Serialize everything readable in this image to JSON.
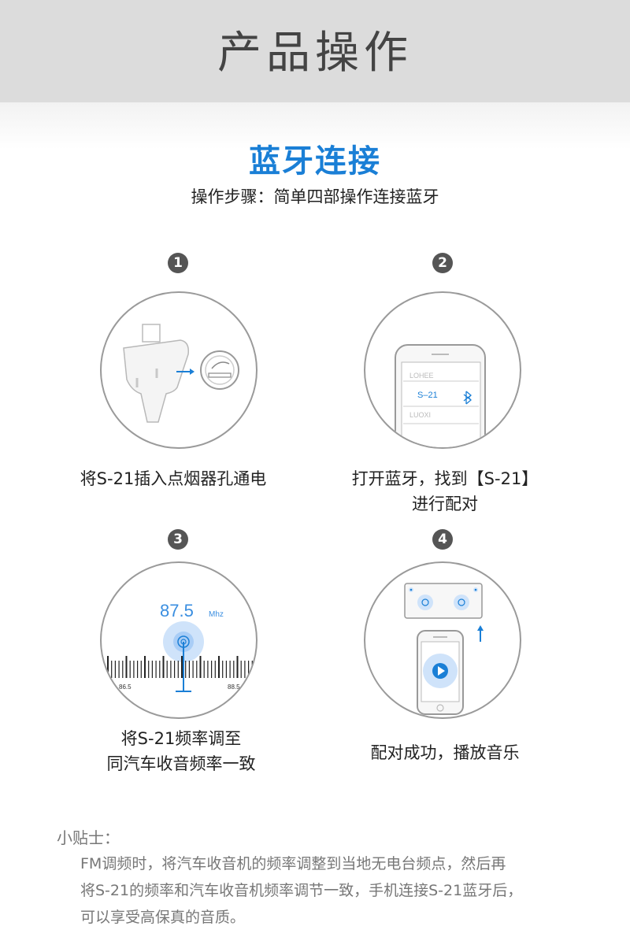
{
  "header": {
    "title": "产品操作"
  },
  "section": {
    "title": "蓝牙连接",
    "subtitle": "操作步骤：简单四部操作连接蓝牙"
  },
  "steps": [
    {
      "number": "1",
      "caption_lines": [
        "将S-21插入点烟器孔通电"
      ]
    },
    {
      "number": "2",
      "caption_lines": [
        "打开蓝牙，找到【S-21】",
        "进行配对"
      ],
      "phone_list": [
        "LOHEE",
        "S–21",
        "LUOXI"
      ]
    },
    {
      "number": "3",
      "caption_lines": [
        "将S-21频率调至",
        "同汽车收音频率一致"
      ],
      "frequency": "87.5",
      "unit": "Mhz",
      "scale_left": "86.5",
      "scale_right": "88.5"
    },
    {
      "number": "4",
      "caption_lines": [
        "配对成功，播放音乐"
      ]
    }
  ],
  "tips": {
    "title": "小贴士：",
    "lines": [
      "FM调频时，将汽车收音机的频率调整到当地无电台频点，然后再",
      "将S-21的频率和汽车收音机频率调节一致，手机连接S-21蓝牙后，",
      "可以享受高保真的音质。"
    ]
  },
  "colors": {
    "accent": "#1a7fd6",
    "header_bg": "#dcdcdc"
  },
  "icons": [
    "car-charger-icon",
    "cigarette-socket-icon",
    "arrow-right-icon",
    "phone-icon",
    "bluetooth-icon",
    "radio-dial-icon",
    "speaker-icon",
    "arrow-up-icon",
    "play-icon"
  ]
}
